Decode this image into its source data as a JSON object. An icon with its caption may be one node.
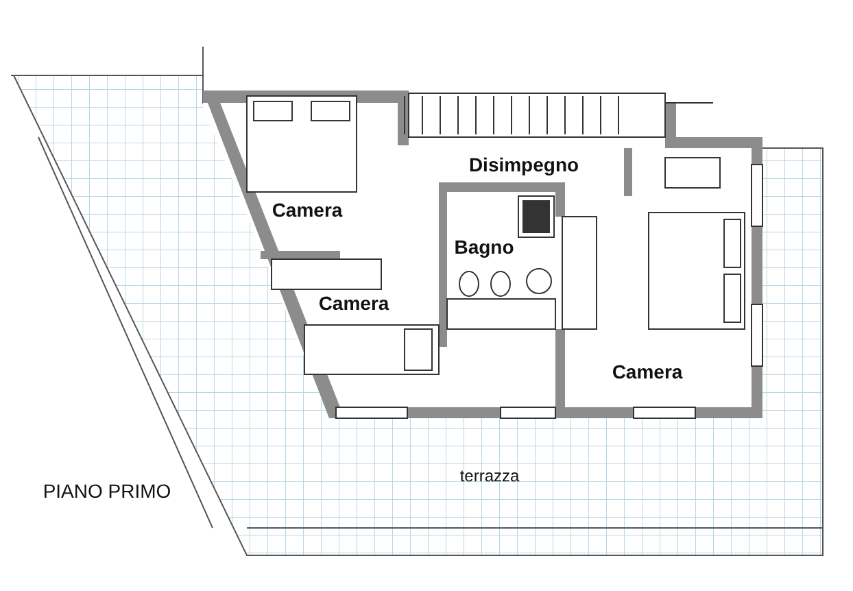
{
  "diagram": {
    "labels": [
      "Disimpegno",
      "Camera",
      "Bagno",
      "Camera",
      "Camera",
      "terrazza",
      "PIANO PRIMO"
    ]
  }
}
